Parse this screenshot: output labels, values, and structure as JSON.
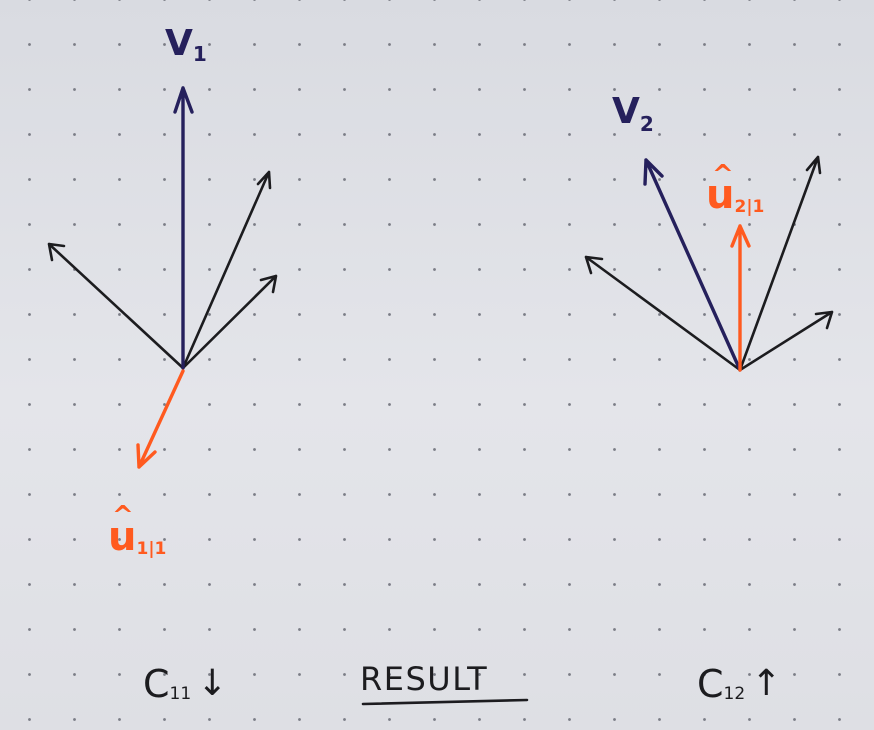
{
  "colors": {
    "ink": "#1c1c1f",
    "v_ink": "#25205c",
    "u_ink": "#ff5a1f"
  },
  "diagrams": [
    {
      "id": "left",
      "v_label": {
        "main": "V",
        "sub": "1"
      },
      "u_label": {
        "hat": "^",
        "main": "u",
        "sub": "1|1"
      },
      "caption": {
        "main": "C",
        "sub": "11",
        "arrow": "↓"
      }
    },
    {
      "id": "right",
      "v_label": {
        "main": "V",
        "sub": "2"
      },
      "u_label": {
        "hat": "^",
        "main": "u",
        "sub": "2|1"
      },
      "caption": {
        "main": "C",
        "sub": "12",
        "arrow": "↑"
      }
    }
  ],
  "result_label": "RESULT"
}
